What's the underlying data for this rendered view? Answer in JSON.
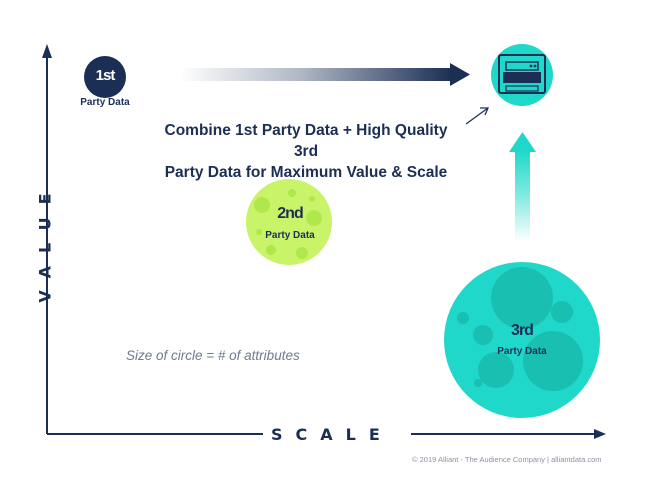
{
  "axes": {
    "y_label": "VALUE",
    "x_label": "SCALE"
  },
  "headline": {
    "line1": "Combine 1st Party Data + High Quality 3rd",
    "line2": "Party Data for Maximum Value & Scale"
  },
  "note": "Size of circle = # of attributes",
  "circles": {
    "first": {
      "num": "1st",
      "caption": "Party Data",
      "color": "#1b2f55"
    },
    "second": {
      "num": "2nd",
      "caption": "Party Data",
      "color": "#c9f46a"
    },
    "third": {
      "num": "3rd",
      "caption": "Party Data",
      "color": "#1fd8c9"
    }
  },
  "target_icon": "server-stack-icon",
  "colors": {
    "navy": "#1b2f55",
    "teal": "#1fd8c9",
    "lime": "#c9f46a"
  },
  "footer": "© 2019 Alliant - The Audience Company  |  alliantdata.com"
}
